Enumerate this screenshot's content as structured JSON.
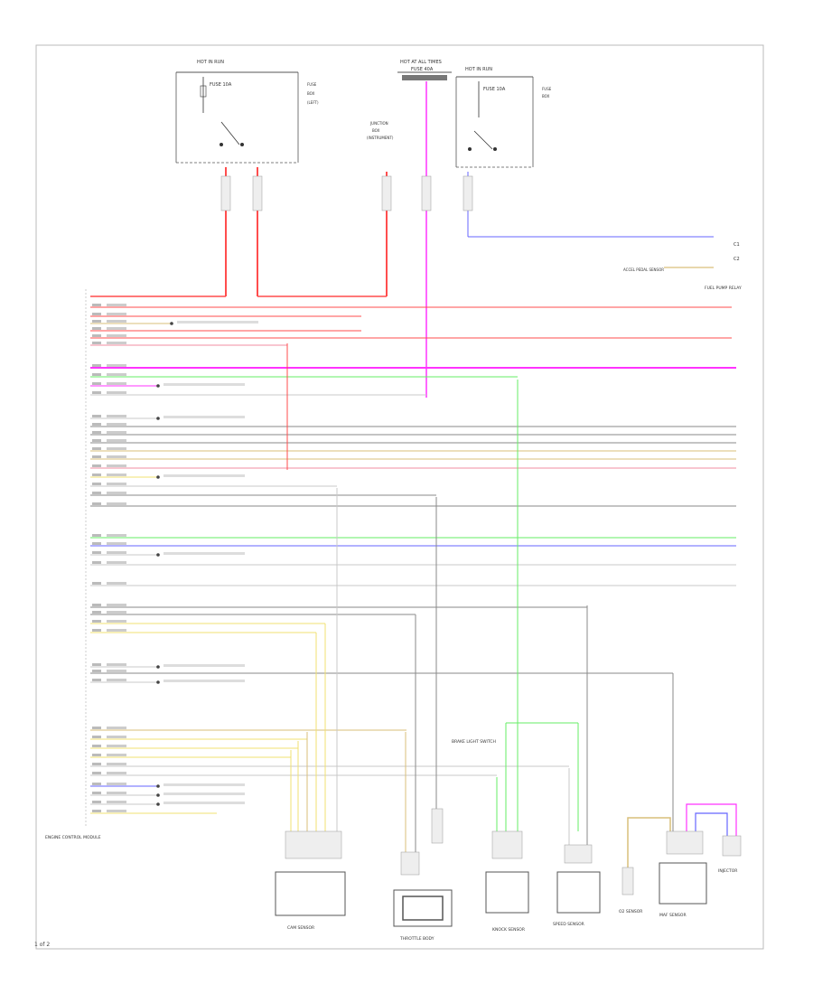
{
  "page": {
    "number": "1 of 2"
  },
  "labels": {
    "hot_in_run_left": "HOT IN RUN",
    "hot_at_all_times": "HOT AT ALL TIMES",
    "hot_in_run_right": "HOT IN RUN",
    "fuse_10a_left": "FUSE 10A",
    "fuse_40a": "FUSE 40A",
    "fuse_10a_right": "FUSE 10A",
    "ecu_name": "ENGINE CONTROL MODULE",
    "sensor_1": "ACCEL PEDAL SENSOR",
    "sensor_2": "BRAKE LIGHT SWITCH",
    "sensor_3": "FUEL PUMP RELAY",
    "bottom_1": "CAM SENSOR",
    "bottom_2": "THROTTLE BODY",
    "bottom_3": "KNOCK SENSOR",
    "bottom_4": "SPEED SENSOR",
    "bottom_5": "O2 SENSOR",
    "bottom_6": "MAF SENSOR",
    "bottom_7": "INJECTOR"
  },
  "wire_colors": {
    "red": "#ff4d4d",
    "pink": "#f28ca0",
    "magenta": "#ff33ff",
    "green": "#66ee66",
    "blue": "#6666ff",
    "yellow": "#f0e070",
    "gray": "#8a8a8a",
    "lightgray": "#c8c8c8",
    "tan": "#d9bf7a"
  }
}
